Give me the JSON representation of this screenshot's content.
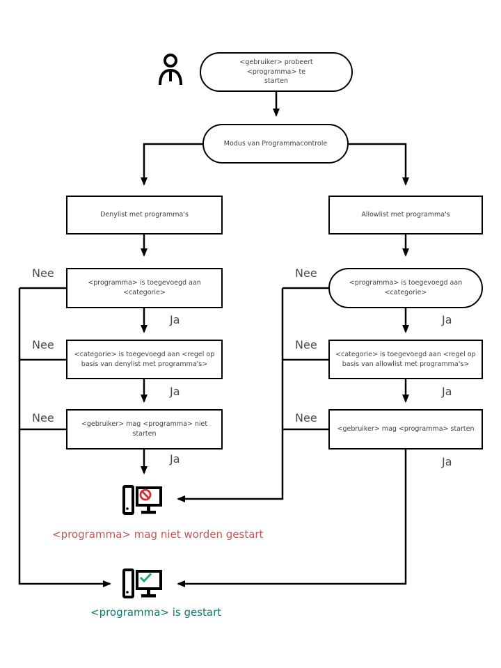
{
  "nodes": {
    "start": "<gebruiker> probeert <programma> te\nstarten",
    "mode": "Modus van Programmacontrole",
    "denylist": "Denylist met programma's",
    "allowlist": "Allowlist met programma's",
    "deny_check_program": "<programma> is toegevoegd aan\n<categorie>",
    "deny_check_category": "<categorie> is toegevoegd aan <regel op\nbasis van denylist met programma's>",
    "deny_action": "<gebruiker> mag <programma> niet\nstarten",
    "allow_check_program": "<programma> is toegevoegd aan\n<categorie>",
    "allow_check_category": "<categorie> is toegevoegd aan <regel op\nbasis van allowlist met programma's>",
    "allow_action": "<gebruiker> mag <programma> starten"
  },
  "labels": {
    "yes": "Ja",
    "no": "Nee"
  },
  "outcomes": {
    "blocked": "<programma> mag niet worden gestart",
    "started": "<programma> is gestart"
  },
  "icons": {
    "user": "user-icon",
    "blocked": "computer-blocked-icon",
    "started": "computer-started-icon"
  },
  "colors": {
    "line": "#000000",
    "blocked_text": "#c75454",
    "blocked_icon": "#d62e2e",
    "started_text": "#0c7a67",
    "started_icon": "#1fa588"
  }
}
